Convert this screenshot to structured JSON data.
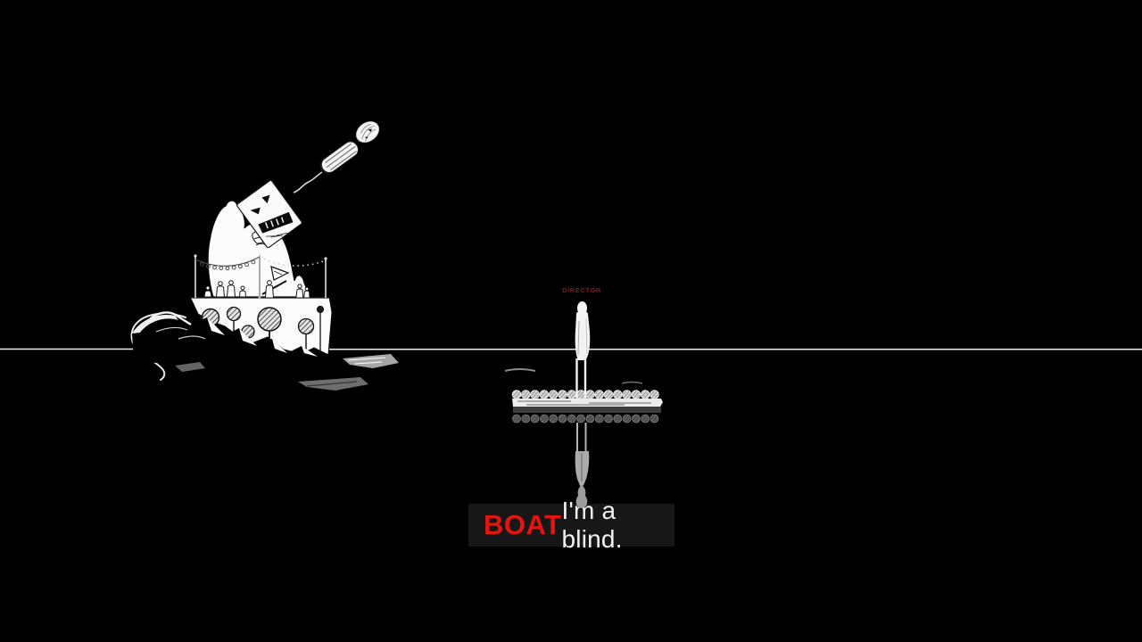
{
  "scene": {
    "background_color": "#000000",
    "horizon_color": "#ececec",
    "artwork": {
      "ship_label": "carnival-ship-with-lit-match-funnel",
      "raft_label": "pontoon-raft",
      "figure_label": "standing-character",
      "reflection_label": "water-reflection"
    }
  },
  "character": {
    "label": "DİRECTOR",
    "label_color": "#8d1414"
  },
  "subtitle": {
    "speaker": "BOAT",
    "speaker_color": "#e61410",
    "text": "I'm a blind.",
    "text_color": "#f3f3f3",
    "bar_color": "#171717"
  }
}
